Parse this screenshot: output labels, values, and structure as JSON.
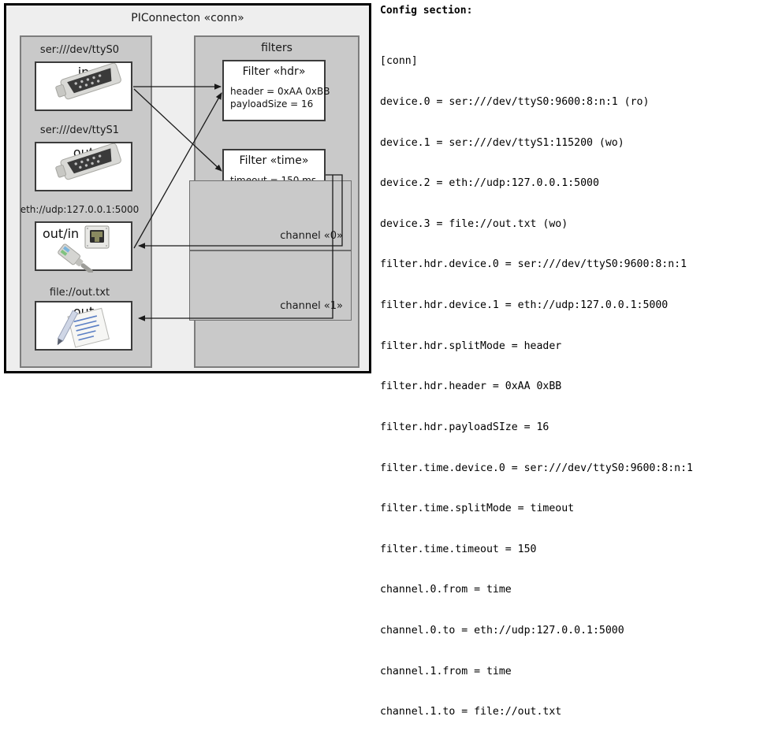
{
  "diagram": {
    "title": "PIConnecton «conn»",
    "devices_panel": {
      "nodes": [
        {
          "label": "ser:///dev/ttyS0",
          "io": "in",
          "icon": "serial-port-icon"
        },
        {
          "label": "ser:///dev/ttyS1",
          "io": "out",
          "icon": "serial-port-icon"
        },
        {
          "label": "eth://udp:127.0.0.1:5000",
          "io": "out/in",
          "icon": "ethernet-jack-icon"
        },
        {
          "label": "file://out.txt",
          "io": "out",
          "icon": "text-file-icon"
        }
      ]
    },
    "filters_panel": {
      "title": "filters",
      "filters": [
        {
          "title": "Filter «hdr»",
          "attrs": [
            "header = 0xAA 0xBB",
            "payloadSize = 16"
          ]
        },
        {
          "title": "Filter «time»",
          "attrs": [
            "timeout = 150 ms"
          ]
        }
      ]
    },
    "channels": [
      {
        "label": "channel «0»"
      },
      {
        "label": "channel «1»"
      }
    ],
    "colors": {
      "frame": "#000000",
      "canvas": "#eeeeee",
      "panel": "#c9c9c9",
      "panel_border": "#7d7d7d",
      "node_fill": "#ffffff",
      "node_border": "#3b3b3b",
      "arrow": "#1a1a1a"
    }
  },
  "config": {
    "heading": "Config section:",
    "lines": [
      "[conn]",
      "device.0 = ser:///dev/ttyS0:9600:8:n:1 (ro)",
      "device.1 = ser:///dev/ttyS1:115200 (wo)",
      "device.2 = eth://udp:127.0.0.1:5000",
      "device.3 = file://out.txt (wo)",
      "filter.hdr.device.0 = ser:///dev/ttyS0:9600:8:n:1",
      "filter.hdr.device.1 = eth://udp:127.0.0.1:5000",
      "filter.hdr.splitMode = header",
      "filter.hdr.header = 0xAA 0xBB",
      "filter.hdr.payloadSIze = 16",
      "filter.time.device.0 = ser:///dev/ttyS0:9600:8:n:1",
      "filter.time.splitMode = timeout",
      "filter.time.timeout = 150",
      "channel.0.from = time",
      "channel.0.to = eth://udp:127.0.0.1:5000",
      "channel.1.from = time",
      "channel.1.to = file://out.txt"
    ]
  }
}
